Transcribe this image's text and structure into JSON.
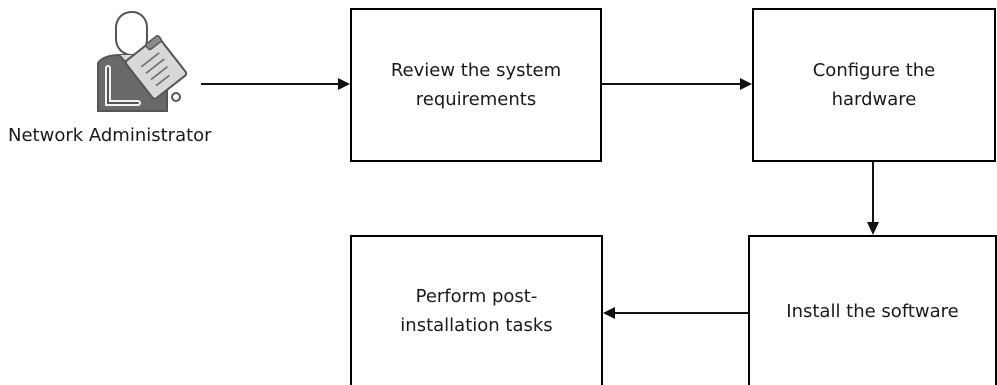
{
  "actor": {
    "label": "Network Administrator",
    "icon": "network-administrator-clipboard-icon"
  },
  "steps": [
    {
      "label": "Review the system\nrequirements"
    },
    {
      "label": "Configure the\nhardware"
    },
    {
      "label": "Install the software"
    },
    {
      "label": "Perform post-\ninstallation tasks"
    }
  ],
  "colors": {
    "line": "#111111",
    "box_border": "#000000",
    "text": "#1a1a1a",
    "icon_dark": "#5f5f5f",
    "icon_light": "#d9d9d9",
    "icon_stroke": "#4a4a4a"
  }
}
